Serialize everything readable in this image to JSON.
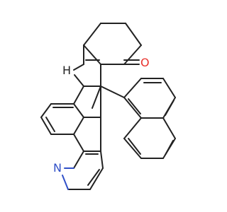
{
  "molecule": {
    "atom_labels": {
      "oxygen": "O",
      "ring_nitrogen": "N",
      "amine": "H"
    },
    "colors": {
      "bond": "#222222",
      "oxygen": "#e8332e",
      "nitrogen": "#3050c8",
      "background": "#ffffff"
    }
  }
}
